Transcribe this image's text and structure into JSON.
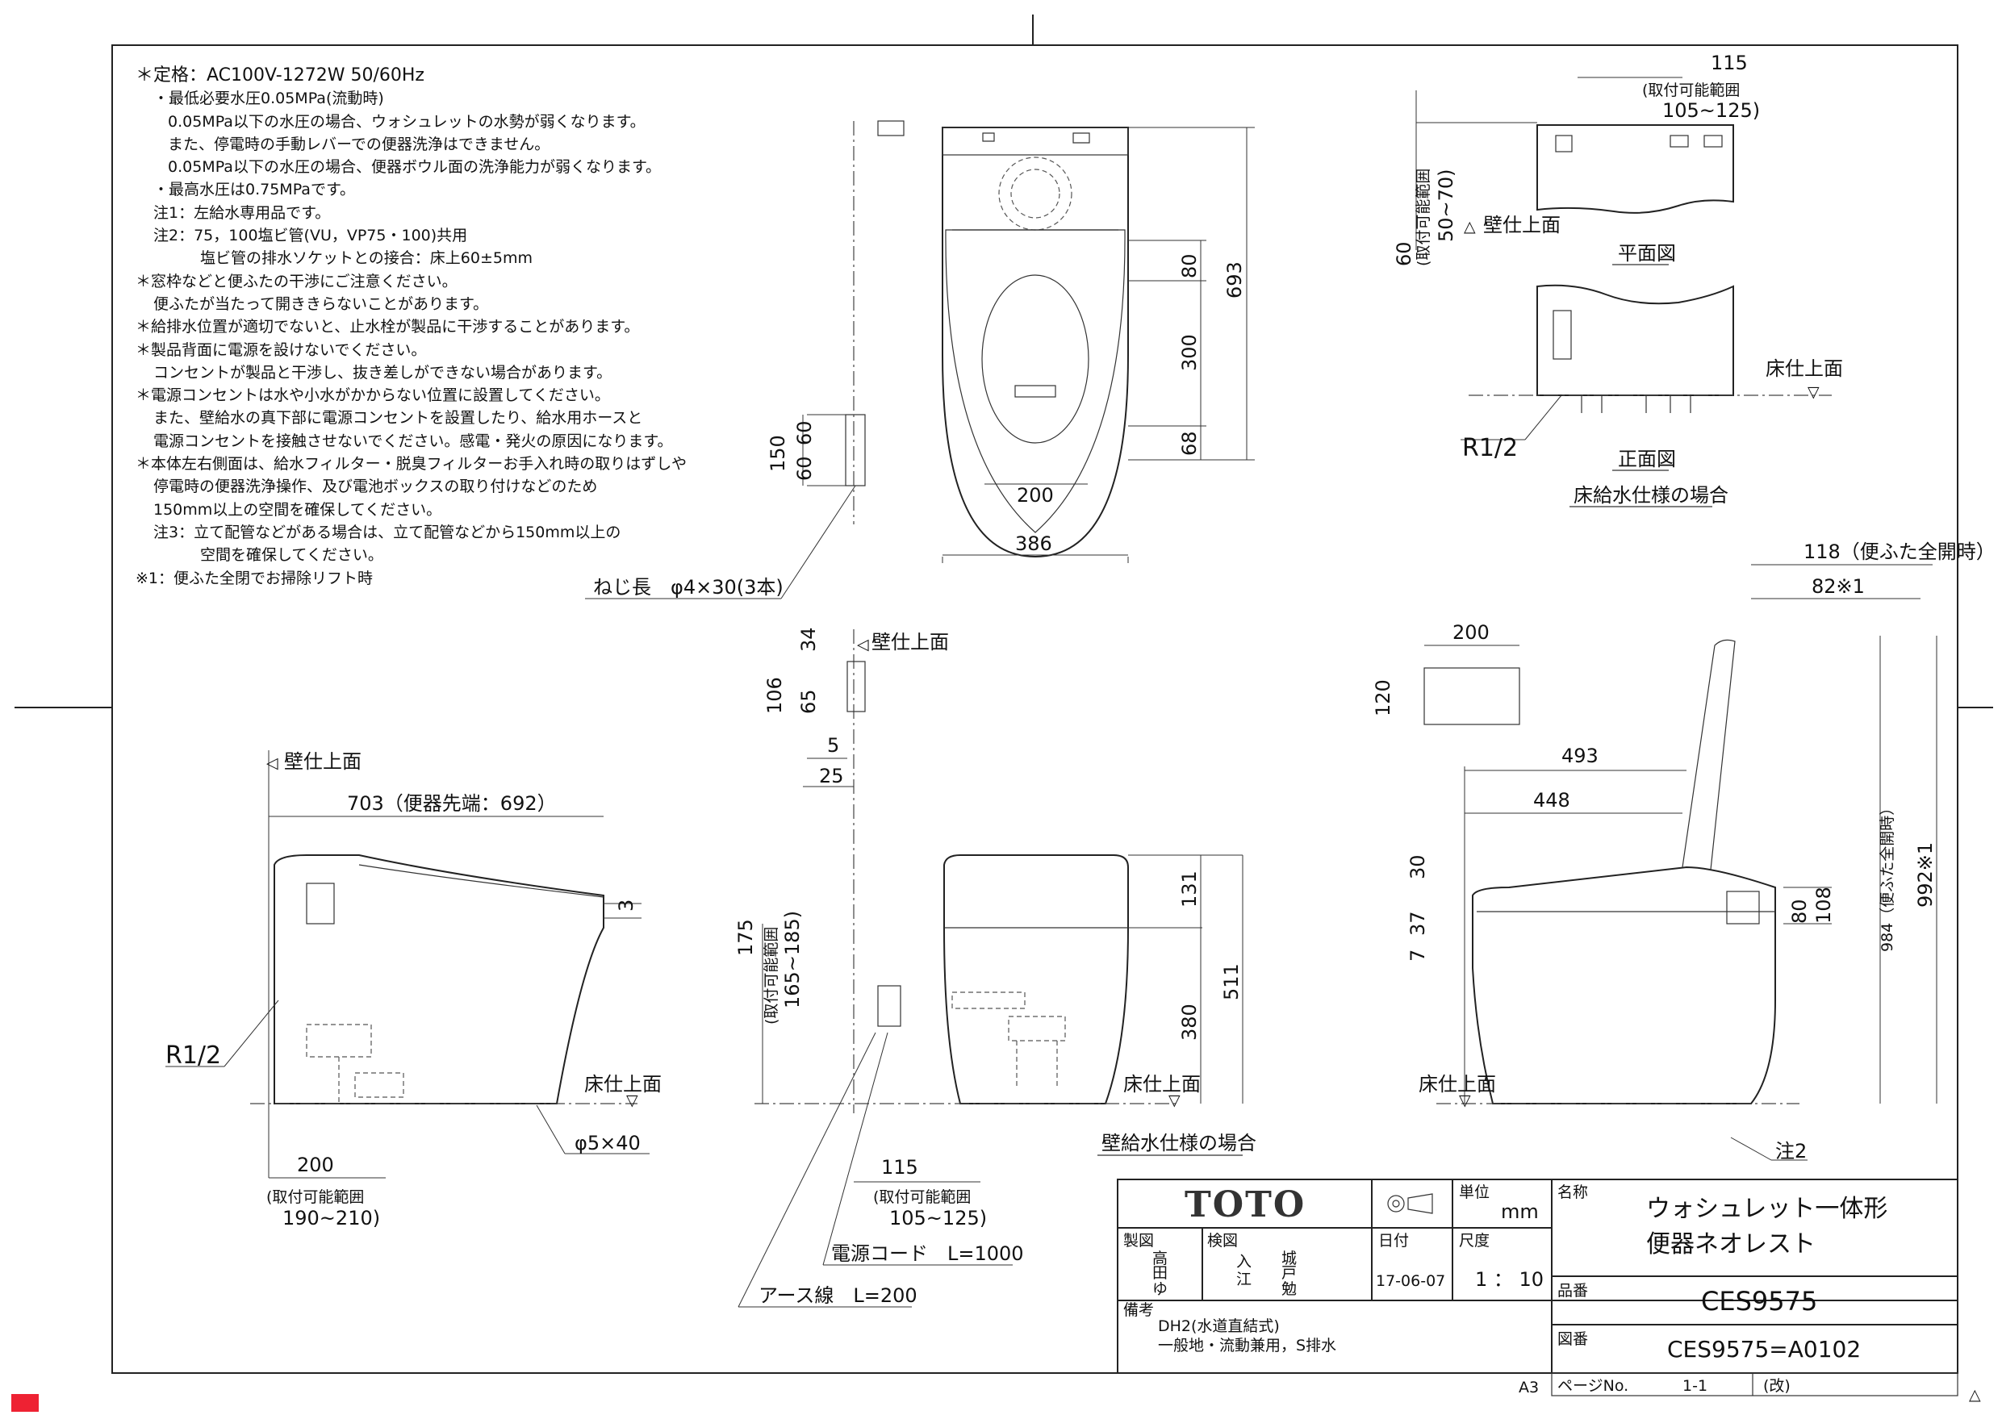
{
  "notes": [
    "＊定格：AC100V-1272W 50/60Hz",
    "・最低必要水圧0.05MPa(流動時)",
    "0.05MPa以下の水圧の場合、ウォシュレットの水勢が弱くなります。",
    "また、停電時の手動レバーでの便器洗浄はできません。",
    "0.05MPa以下の水圧の場合、便器ボウル面の洗浄能力が弱くなります。",
    "・最高水圧は0.75MPaです。",
    "注1：左給水専用品です。",
    "注2：75，100塩ビ管(VU，VP75・100)共用",
    "塩ビ管の排水ソケットとの接合：床上60±5mm",
    "＊窓枠などと便ふたの干渉にご注意ください。",
    "便ふたが当たって開ききらないことがあります。",
    "＊給排水位置が適切でないと、止水栓が製品に干渉することがあります。",
    "＊製品背面に電源を設けないでください。",
    "コンセントが製品と干渉し、抜き差しができない場合があります。",
    "＊電源コンセントは水や小水がかからない位置に設置してください。",
    "また、壁給水の真下部に電源コンセントを設置したり、給水用ホースと",
    "電源コンセントを接触させないでください。感電・発火の原因になります。",
    "＊本体左右側面は、給水フィルター・脱臭フィルターお手入れ時の取りはずしや",
    "停電時の便器洗浄操作、及び電池ボックスの取り付けなどのため",
    "150mm以上の空間を確保してください。",
    "注3：立て配管などがある場合は、立て配管などから150mm以上の",
    "空間を確保してください。",
    "※1：便ふた全閉でお掃除リフト時"
  ],
  "labels": {
    "wall_surface": "壁仕上面",
    "floor_surface": "床仕上面",
    "plan_view": "平面図",
    "front_view": "正面図",
    "floor_supply": "床給水仕様の場合",
    "wall_supply": "壁給水仕様の場合",
    "range_label": "(取付可能範囲",
    "range_label_v": "(取付可能範囲",
    "screw": "ねじ長　φ4×30(3本)",
    "power_cord": "電源コード　L=1000",
    "earth_wire": "アース線　L=200",
    "anchor": "φ5×40",
    "r12_a": "R1/2",
    "r12_b": "R1/2",
    "note2": "注2",
    "side_703": "703（便器先端：692）",
    "lid_open": "118（便ふた全開時）",
    "v_984": "984（便ふた全開時）",
    "v_992": "992※1",
    "h_82": "82※1"
  },
  "dims": {
    "d115": "115",
    "r105_125": "105~125)",
    "d60": "60",
    "r50_70": "50~70)",
    "d693": "693",
    "d80": "80",
    "d300": "300",
    "d68": "68",
    "d200": "200",
    "d386": "386",
    "d150": "150",
    "d60a": "60",
    "d60b": "60",
    "d34": "34",
    "d106": "106",
    "d65": "65",
    "d5": "5",
    "d25": "25",
    "d3": "3",
    "d200b": "200",
    "r190_210": "190~210)",
    "d175": "175",
    "r165_185": "165~185)",
    "d131": "131",
    "d511": "511",
    "d380": "380",
    "d115b": "115",
    "r105_125b": "105~125)",
    "d200c": "200",
    "d120": "120",
    "d493": "493",
    "d448": "448",
    "d30": "30",
    "d37": "37",
    "d7": "7",
    "d80b": "80",
    "d108": "108"
  },
  "title_block": {
    "brand": "TOTO",
    "unit_label": "単位",
    "unit": "mm",
    "name_label": "名称",
    "name_line1": "ウォシュレット一体形",
    "name_line2": "便器ネオレスト",
    "drawn_label": "製図",
    "drawn_by": [
      "高",
      "田",
      "ゆ"
    ],
    "checked_label": "検図",
    "checked_by": [
      "入",
      "江"
    ],
    "checked_by2": [
      "城",
      "戸",
      "勉"
    ],
    "date_label": "日付",
    "date": "17-06-07",
    "scale_label": "尺度",
    "scale": "1 ： 10",
    "part_label": "品番",
    "part_no": "CES9575",
    "remarks_label": "備考",
    "remarks_line1": "DH2(水道直結式)",
    "remarks_line2": "一般地・流動兼用，S排水",
    "drawing_label": "図番",
    "drawing_no": "CES9575=A0102",
    "sheet_size": "A3",
    "page_label": "ページNo.",
    "page": "1-1",
    "revision_label": "(改)"
  }
}
